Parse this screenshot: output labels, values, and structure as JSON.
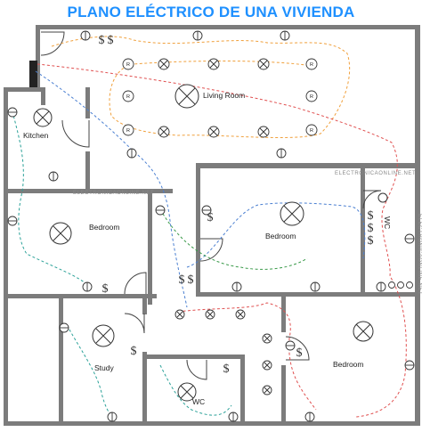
{
  "title": "PLANO ELÉCTRICO DE UNA VIVIENDA",
  "rooms": {
    "living": "Living Room",
    "kitchen": "Kitchen",
    "bedroom_left": "Bedroom",
    "bedroom_center": "Bedroom",
    "wc_right": "WC",
    "study": "Study",
    "wc_bottom": "WC",
    "bedroom_bottom": "Bedroom"
  },
  "watermark": "ELECTRONICAONLINE.NET",
  "symbols": {
    "switch": "$",
    "receptacle": "R"
  },
  "colors": {
    "title": "#1e90ff",
    "wall": "#7c7c7c",
    "wire_orange": "#f0a03c",
    "wire_red": "#e05050",
    "wire_teal": "#2aa198",
    "wire_blue": "#4a7fd1",
    "wire_green": "#3a9a4a"
  }
}
